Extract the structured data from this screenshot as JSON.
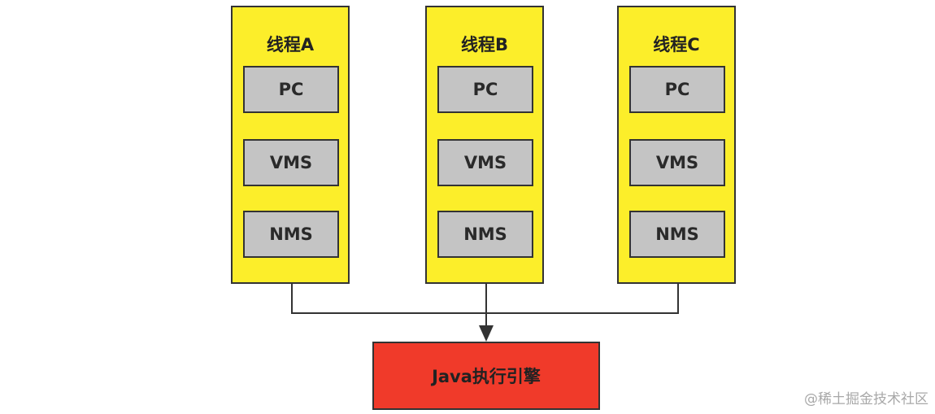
{
  "threads": [
    {
      "title": "线程A",
      "blocks": [
        "PC",
        "VMS",
        "NMS"
      ]
    },
    {
      "title": "线程B",
      "blocks": [
        "PC",
        "VMS",
        "NMS"
      ]
    },
    {
      "title": "线程C",
      "blocks": [
        "PC",
        "VMS",
        "NMS"
      ]
    }
  ],
  "engine": {
    "label": "Java执行引擎"
  },
  "watermark": "@稀土掘金技术社区",
  "colors": {
    "thread_fill": "#fcee2a",
    "block_fill": "#c4c4c4",
    "engine_fill": "#f03a2a",
    "stroke": "#333333"
  }
}
